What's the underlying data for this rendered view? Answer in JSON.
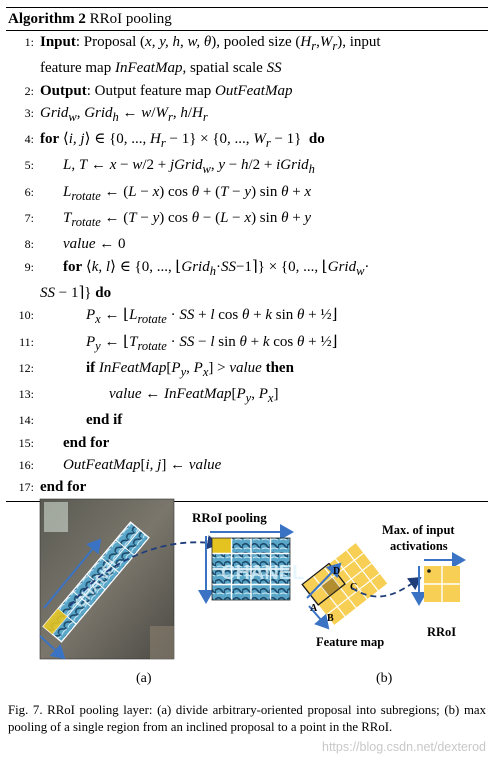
{
  "algorithm": {
    "label": "Algorithm 2",
    "name": "RRoI pooling",
    "lines": [
      {
        "n": "1:",
        "indent": 0,
        "html": "<span class='kw'>Input</span>: Proposal (<span class='m'>x, y, h, w, θ</span>), pooled size (<span class='m'>H<sub>r</sub></span>,<span class='m'>W<sub>r</sub></span>), input"
      },
      {
        "n": "",
        "indent": 0,
        "html": "feature map <span class='m'>InFeatMap</span>, spatial scale <span class='m'>SS</span>"
      },
      {
        "n": "2:",
        "indent": 0,
        "html": "<span class='kw'>Output</span>: Output feature map <span class='m'>OutFeatMap</span>"
      },
      {
        "n": "3:",
        "indent": 0,
        "html": "<span class='m'>Grid<sub>w</sub></span>, <span class='m'>Grid<sub>h</sub></span> ← <span class='m'>w</span>/<span class='m'>W<sub>r</sub></span>, <span class='m'>h</span>/<span class='m'>H<sub>r</sub></span>"
      },
      {
        "n": "4:",
        "indent": 0,
        "html": "<span class='kw'>for</span> ⟨<span class='m'>i, j</span>⟩ ∈ {0, ..., <span class='m'>H<sub>r</sub></span> − 1} × {0, ..., <span class='m'>W<sub>r</sub></span> − 1} &nbsp;<span class='kw'>do</span>"
      },
      {
        "n": "5:",
        "indent": 1,
        "html": "<span class='m'>L, T</span> ← <span class='m'>x</span> − <span class='m'>w</span>/2 + <span class='m'>jGrid<sub>w</sub></span>, <span class='m'>y</span> − <span class='m'>h</span>/2 + <span class='m'>iGrid<sub>h</sub></span>"
      },
      {
        "n": "6:",
        "indent": 1,
        "html": "<span class='m'>L<sub>rotate</sub></span> ← (<span class='m'>L</span> − <span class='m'>x</span>) cos <span class='m'>θ</span> + (<span class='m'>T</span> − <span class='m'>y</span>) sin <span class='m'>θ</span> + <span class='m'>x</span>"
      },
      {
        "n": "7:",
        "indent": 1,
        "html": "<span class='m'>T<sub>rotate</sub></span> ← (<span class='m'>T</span> − <span class='m'>y</span>) cos <span class='m'>θ</span> − (<span class='m'>L</span> − <span class='m'>x</span>) sin <span class='m'>θ</span> + <span class='m'>y</span>"
      },
      {
        "n": "8:",
        "indent": 1,
        "html": "<span class='m'>value</span> ← 0"
      },
      {
        "n": "9:",
        "indent": 1,
        "html": "<span class='kw'>for</span> ⟨<span class='m'>k, l</span>⟩ ∈ {0, ..., ⌊<span class='m'>Grid<sub>h</sub></span>·<span class='m'>SS</span>−1⌉} × {0, ..., ⌊<span class='m'>Grid<sub>w</sub></span>·"
      },
      {
        "n": "",
        "indent": 0,
        "html": "<span class='m'>SS</span> − 1⌉} <span class='kw'>do</span>"
      },
      {
        "n": "10:",
        "indent": 2,
        "html": "<span class='m'>P<sub>x</sub></span> ← ⌊<span class='m'>L<sub>rotate</sub></span> · <span class='m'>SS</span> + <span class='m'>l</span> cos <span class='m'>θ</span> + <span class='m'>k</span> sin <span class='m'>θ</span> + ½⌋"
      },
      {
        "n": "11:",
        "indent": 2,
        "html": "<span class='m'>P<sub>y</sub></span> ← ⌊<span class='m'>T<sub>rotate</sub></span> · <span class='m'>SS</span> − <span class='m'>l</span> sin <span class='m'>θ</span> + <span class='m'>k</span> cos <span class='m'>θ</span> + ½⌋"
      },
      {
        "n": "12:",
        "indent": 2,
        "html": "<span class='kw'>if</span> <span class='m'>InFeatMap</span>[<span class='m'>P<sub>y</sub></span>, <span class='m'>P<sub>x</sub></span>] &gt; <span class='m'>value</span> <span class='kw'>then</span>"
      },
      {
        "n": "13:",
        "indent": 3,
        "html": "<span class='m'>value</span> ← <span class='m'>InFeatMap</span>[<span class='m'>P<sub>y</sub></span>, <span class='m'>P<sub>x</sub></span>]"
      },
      {
        "n": "14:",
        "indent": 2,
        "html": "<span class='kw'>end if</span>"
      },
      {
        "n": "15:",
        "indent": 1,
        "html": "<span class='kw'>end for</span>"
      },
      {
        "n": "16:",
        "indent": 1,
        "html": "<span class='m'>OutFeatMap</span>[<span class='m'>i, j</span>] ← <span class='m'>value</span>"
      },
      {
        "n": "17:",
        "indent": 0,
        "html": "<span class='kw'>end for</span>"
      }
    ]
  },
  "figure": {
    "a_title": "RRoI pooling",
    "a_sublabel": "(a)",
    "b_title_line1": "Max. of input",
    "b_title_line2": "activations",
    "b_label_A": "A",
    "b_label_B": "B",
    "b_label_C": "C",
    "b_label_D": "D",
    "b_feature_map": "Feature map",
    "b_rroi": "RRoI",
    "b_sublabel": "(b)",
    "colors": {
      "blue": "#3a73c4",
      "yellow": "#f5c842",
      "dark_yellow": "#c9a326"
    }
  },
  "caption": "Fig. 7.   RRoI pooling layer: (a) divide arbitrary-oriented proposal into subregions; (b) max pooling of a single region from an inclined proposal to a point in the RRoI.",
  "watermark": "https://blog.csdn.net/dexterod"
}
